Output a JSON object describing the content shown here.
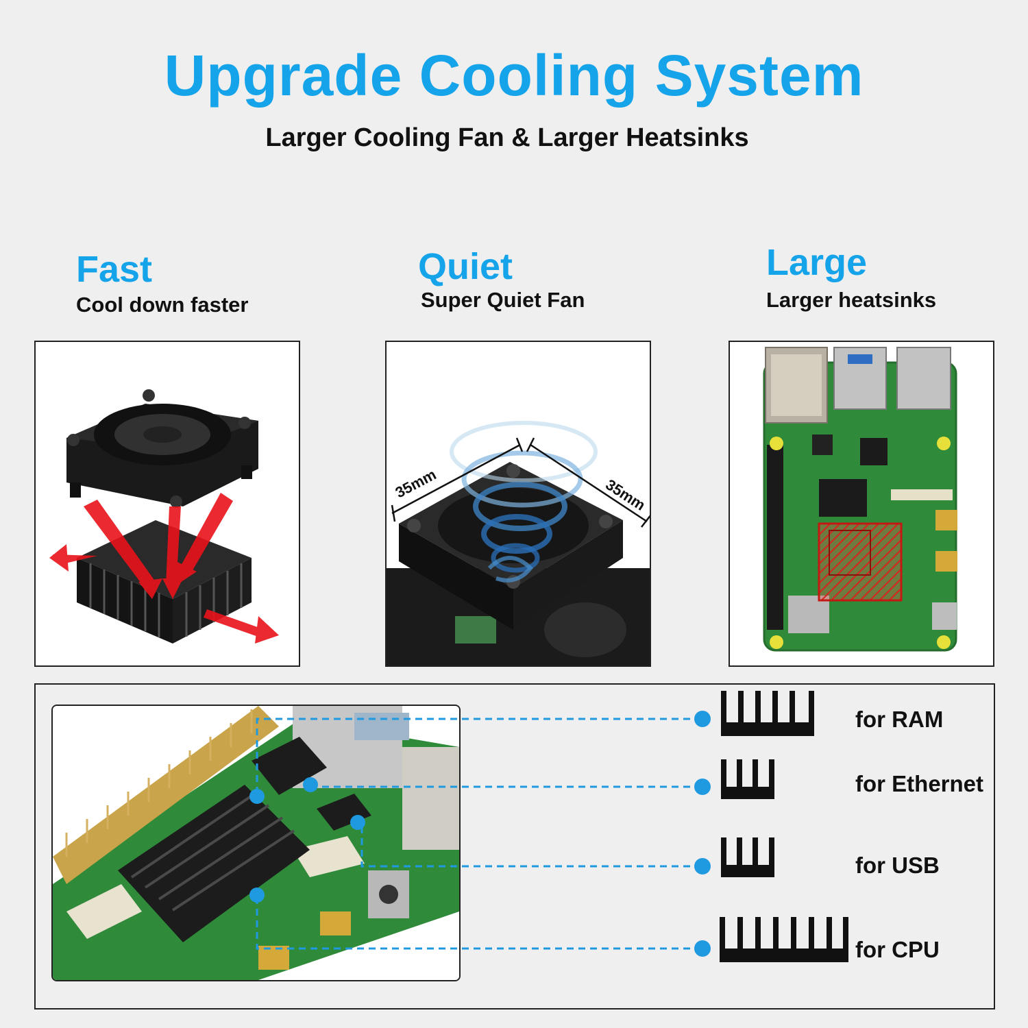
{
  "header": {
    "title": "Upgrade Cooling System",
    "subtitle": "Larger Cooling Fan &  Larger Heatsinks"
  },
  "features": [
    {
      "heading": "Fast",
      "caption": "Cool down faster"
    },
    {
      "heading": "Quiet",
      "caption": "Super Quiet Fan"
    },
    {
      "heading": "Large",
      "caption": "Larger heatsinks"
    }
  ],
  "fan_dimensions": {
    "left": "35mm",
    "right": "35mm"
  },
  "heatsinks": [
    {
      "label": "for RAM"
    },
    {
      "label": "for Ethernet"
    },
    {
      "label": "for USB"
    },
    {
      "label": "for CPU"
    }
  ],
  "colors": {
    "accent": "#15a3ea",
    "text": "#111111",
    "arrow": "#e8131a",
    "board": "#2f8a3a"
  }
}
